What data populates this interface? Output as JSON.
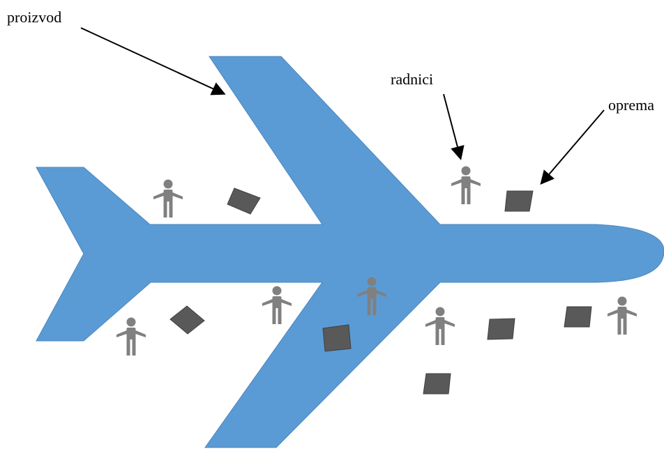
{
  "labels": {
    "product": "proizvod",
    "workers": "radnici",
    "equipment": "oprema"
  },
  "colors": {
    "airplane": "#5b9bd5",
    "worker": "#808080",
    "equipment": "#595959",
    "arrow": "#000000",
    "background": "#ffffff"
  },
  "icons": {
    "worker": "person-icon",
    "equipment": "equipment-box-icon",
    "product": "airplane-icon"
  }
}
